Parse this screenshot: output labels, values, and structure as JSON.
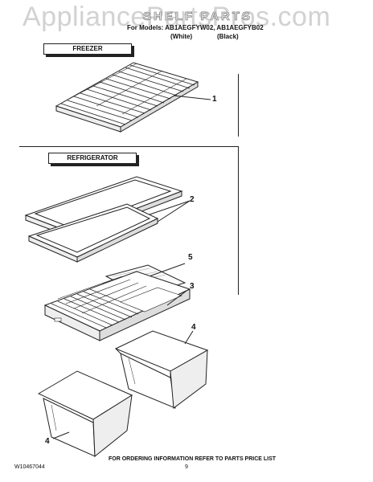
{
  "watermark": "AppliancePartsPros.com",
  "header": {
    "title": "SHELF PARTS",
    "subtitle": "For Models: AB1AEGFYW02, AB1AEGFYB02",
    "color_white": "(White)",
    "color_black": "(Black)"
  },
  "sections": {
    "freezer": "FREEZER",
    "refrigerator": "REFRIGERATOR"
  },
  "callouts": {
    "c1": "1",
    "c2": "2",
    "c3": "3",
    "c4a": "4",
    "c4b": "4",
    "c5": "5"
  },
  "footer": {
    "doc_number": "W10467044",
    "notice": "FOR ORDERING INFORMATION REFER TO PARTS PRICE LIST",
    "page": "9"
  }
}
